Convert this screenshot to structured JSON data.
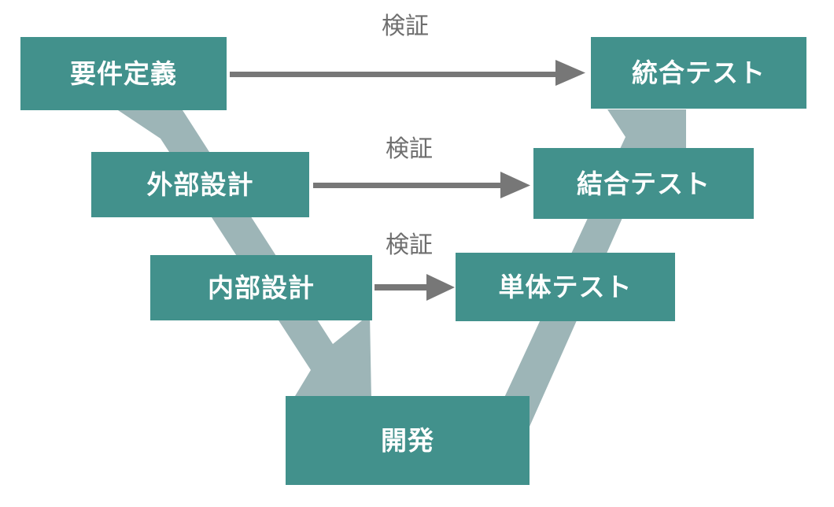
{
  "diagram": {
    "title": "V-model software development diagram",
    "colors": {
      "node_fill": "#42918c",
      "node_text": "#ffffff",
      "ribbon": "#9db5b7",
      "arrow": "#777777",
      "label_text": "#6e6e6e",
      "background": "#ffffff"
    },
    "left_nodes": [
      {
        "id": "requirements",
        "label": "要件定義"
      },
      {
        "id": "external-design",
        "label": "外部設計"
      },
      {
        "id": "internal-design",
        "label": "内部設計"
      }
    ],
    "bottom_node": {
      "id": "development",
      "label": "開発"
    },
    "right_nodes": [
      {
        "id": "integration-test",
        "label": "統合テスト"
      },
      {
        "id": "combined-test",
        "label": "結合テスト"
      },
      {
        "id": "unit-test",
        "label": "単体テスト"
      }
    ],
    "verification_labels": [
      {
        "id": "verify-1",
        "label": "検証"
      },
      {
        "id": "verify-2",
        "label": "検証"
      },
      {
        "id": "verify-3",
        "label": "検証"
      }
    ]
  }
}
